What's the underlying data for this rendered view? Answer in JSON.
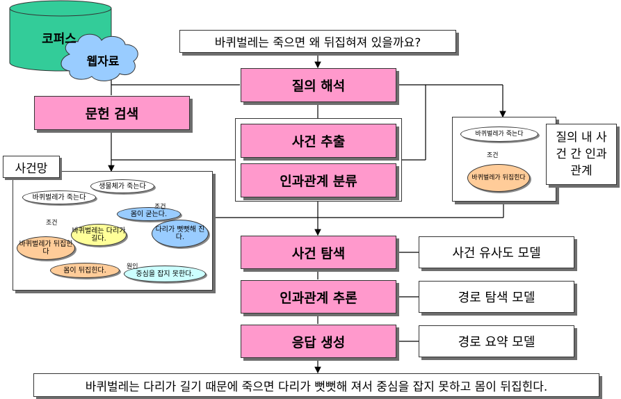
{
  "question": "바퀴벌레는 죽으면 왜 뒤집혀져 있을까요?",
  "answer": "바퀴벌레는 다리가 길기 때문에 죽으면 다리가 뻣뻣해 져서 중심을 잡지 못하고 몸이 뒤집힌다.",
  "corpus": "코퍼스",
  "web": "웹자료",
  "doc_search": "문헌 검색",
  "query_analysis": "질의 해석",
  "event_extract": "사건 추출",
  "causal_classify": "인과관계 분류",
  "event_search": "사건 탐색",
  "causal_reason": "인과관계 추론",
  "answer_gen": "응답 생성",
  "sim_model": "사건 유사도 모델",
  "path_search_model": "경로 탐색 모델",
  "path_summary_model": "경로 요약 모델",
  "event_net_label": "사건망",
  "net": {
    "n1": "생물체가 죽는다",
    "n2": "바퀴벌레가 죽는다",
    "n3": "몸이 굳는다.",
    "n4": "바퀴벌레는 다리가 길다.",
    "n5": "다리가 뻣뻣해 진다.",
    "n6": "바퀴벌레가 뒤집힌다",
    "n7": "몸이 뒤집힌다.",
    "n8": "중심을 잡지 못한다.",
    "cond1": "조건",
    "cond2": "조건",
    "cause": "원인"
  },
  "qnet": {
    "title": "질의 내 사건 간 인과 관계",
    "a": "바퀴벌레가 죽는다",
    "cond": "조건",
    "b": "바퀴벌레가 뒤집힌다"
  },
  "colors": {
    "pink": "#ff99cc",
    "cylinder": "#33cc99",
    "cloud": "#99ccff",
    "node_white": "#ffffff",
    "node_blue": "#99ccff",
    "node_yellow": "#ffff99",
    "node_orange": "#ffcc99",
    "node_cyan": "#ccffff"
  }
}
